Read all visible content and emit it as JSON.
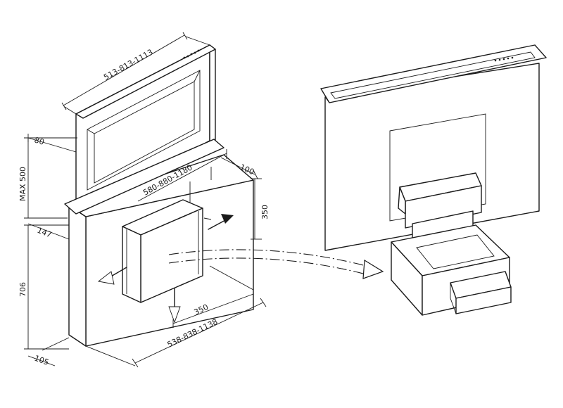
{
  "dimensions": {
    "top_width": "513-813-1113",
    "depth_top": "80",
    "max_height": "MAX 500",
    "cabinet_width": "580-880-1180",
    "side_offset": "100",
    "motor_height": "350",
    "front_offset": "147",
    "base_height": "706",
    "motor_depth": "350",
    "base_width": "538-838-1138",
    "bottom_offset": "105"
  }
}
